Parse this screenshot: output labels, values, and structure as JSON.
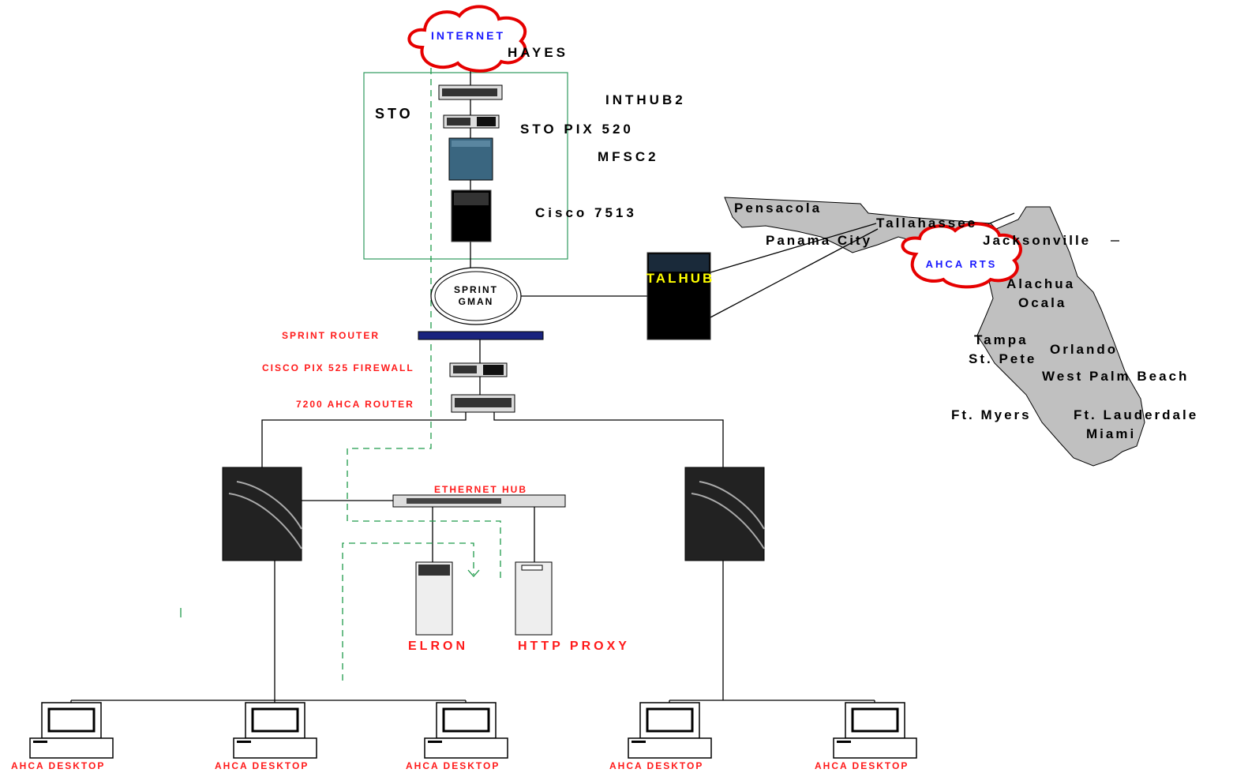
{
  "clouds": {
    "internet": "INTERNET",
    "ahca_rts": "AHCA RTS"
  },
  "sto": {
    "label": "STO",
    "hayes": "HAYES",
    "inthub2": "INTHUB2",
    "sto_pix": "STO PIX 520",
    "mfsc2": "MFSC2",
    "cisco": "Cisco 7513"
  },
  "sprint_gman": {
    "line1": "SPRINT",
    "line2": "GMAN"
  },
  "talhub": "TALHUB",
  "devices": {
    "sprint_router": "SPRINT ROUTER",
    "pix525": "CISCO PIX 525 FIREWALL",
    "router7200": "7200 AHCA ROUTER",
    "ethernet_hub": "ETHERNET HUB",
    "elron": "ELRON",
    "http_proxy": "HTTP PROXY",
    "desktop": "AHCA DESKTOP"
  },
  "cities": {
    "pensacola": "Pensacola",
    "tallahassee": "Tallahassee",
    "panama_city": "Panama City",
    "jacksonville": "Jacksonville",
    "alachua": "Alachua",
    "ocala": "Ocala",
    "tampa": "Tampa",
    "st_pete": "St. Pete",
    "orlando": "Orlando",
    "west_palm_beach": "West Palm Beach",
    "ft_myers": "Ft. Myers",
    "ft_lauderdale": "Ft. Lauderdale",
    "miami": "Miami"
  },
  "colors": {
    "label_red": "#ff1a1a",
    "label_blue": "#1a1aff",
    "talhub_yellow": "#ffff00",
    "sto_box": "#2e9a5e",
    "vpn_dash": "#1f9a4a",
    "florida_fill": "#c0c0c0",
    "cloud_outline": "#e60000"
  }
}
